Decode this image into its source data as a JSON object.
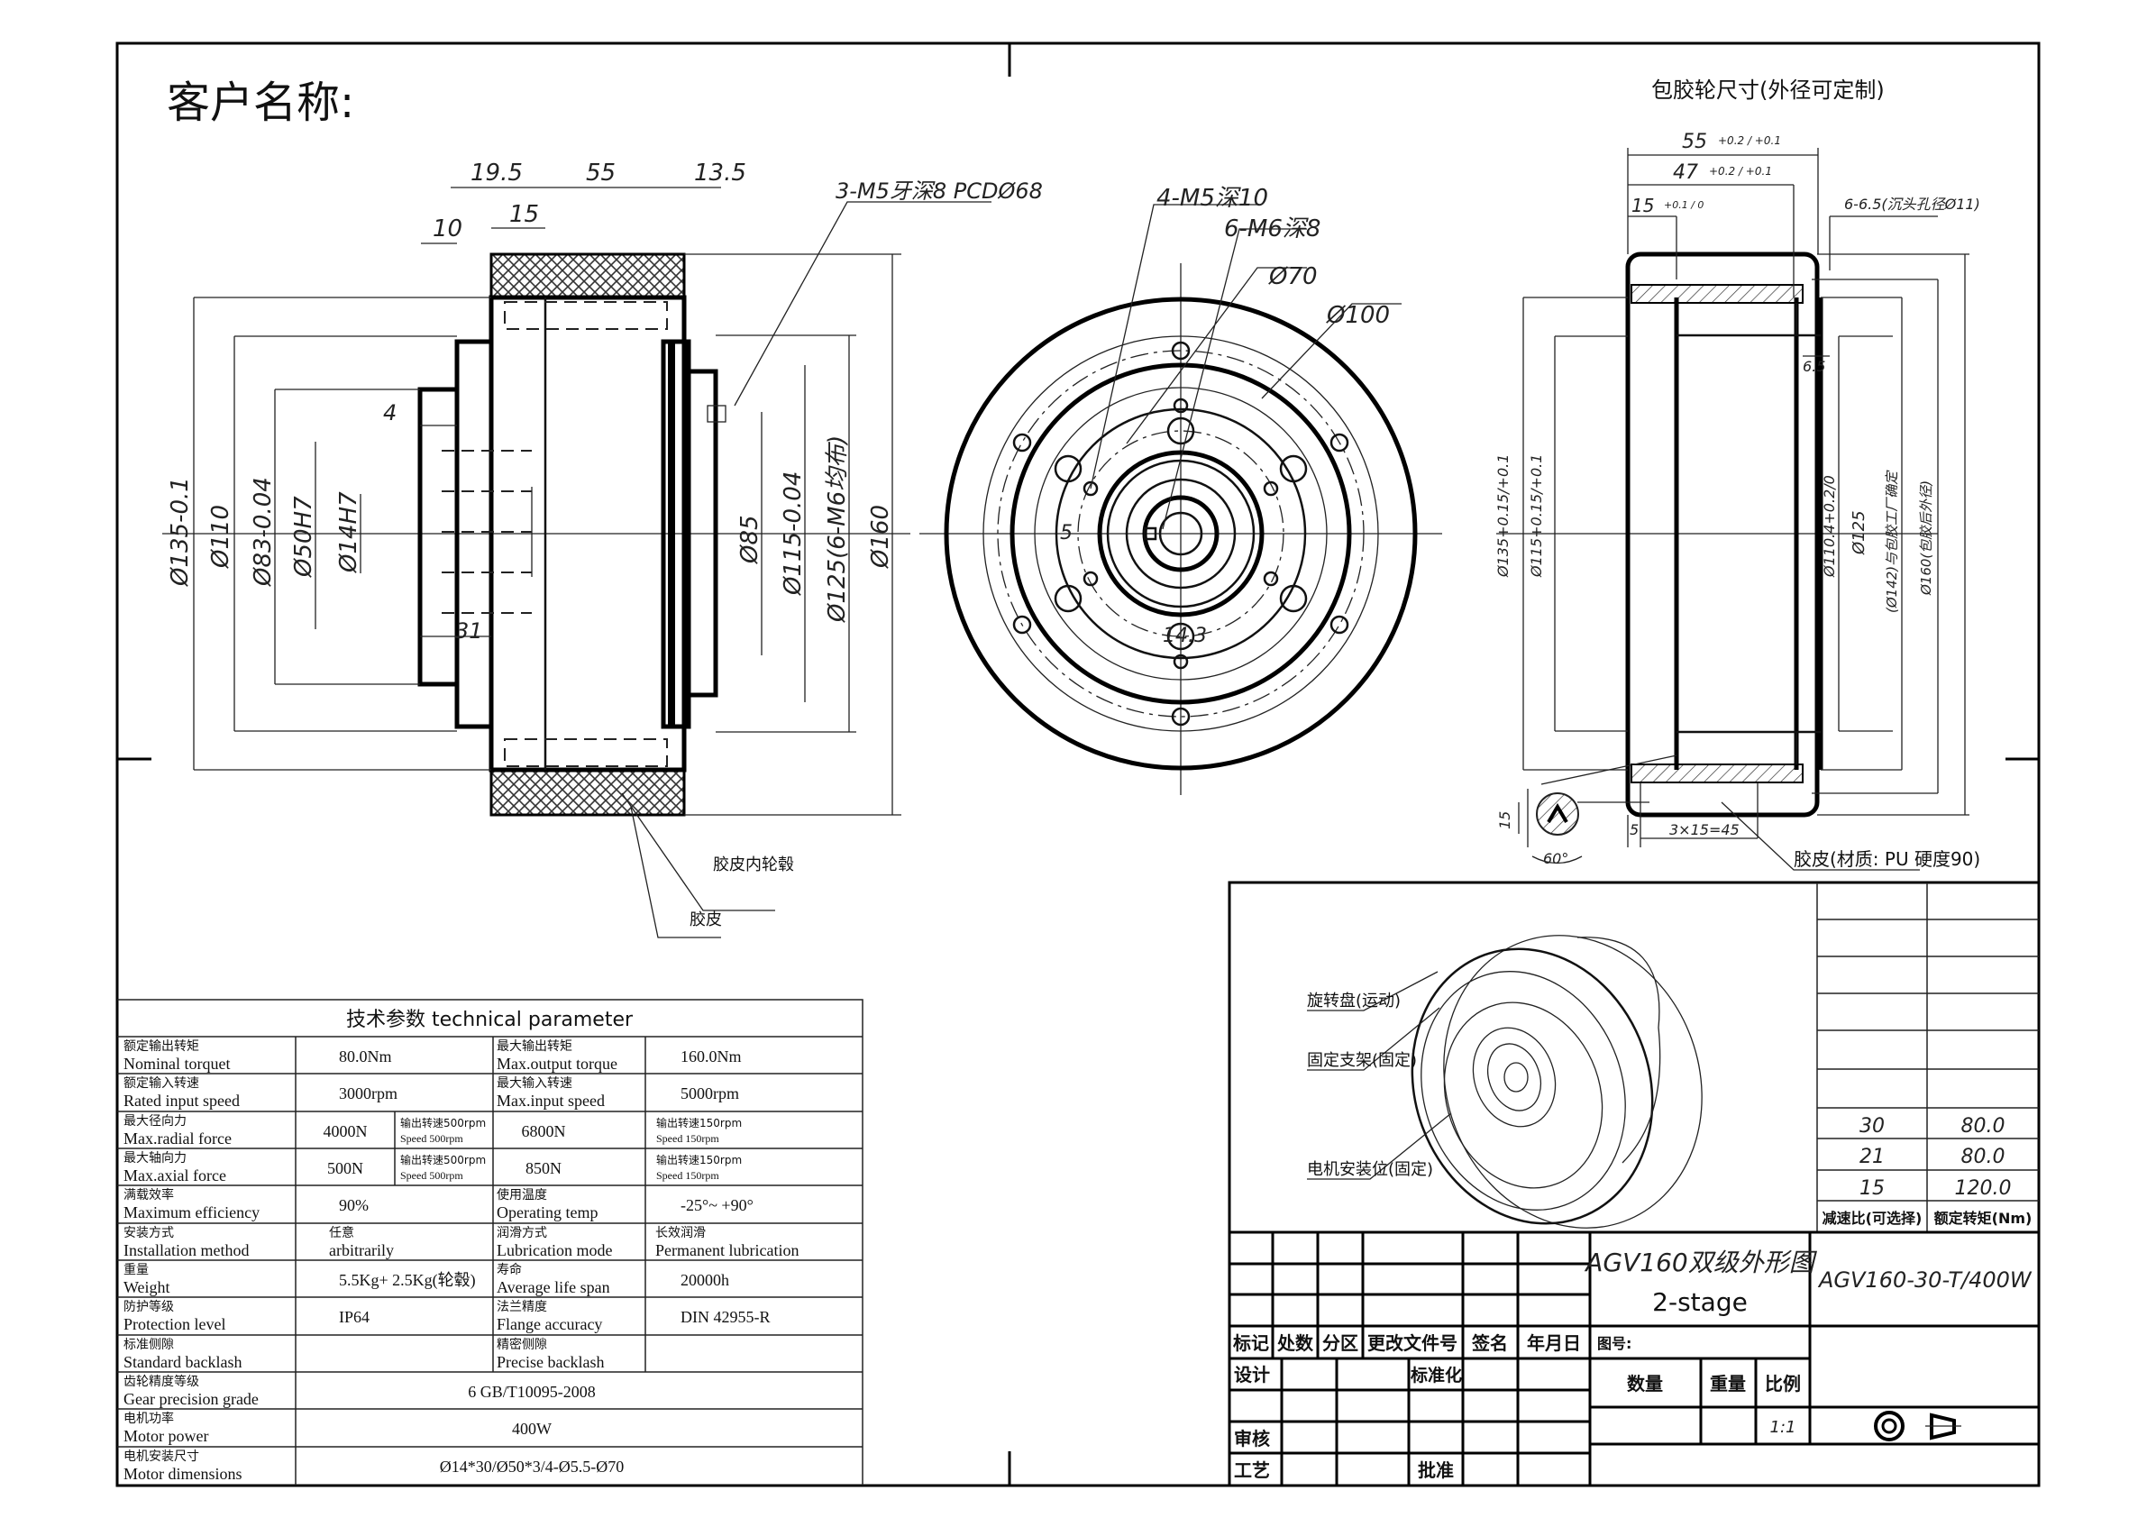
{
  "header": {
    "customer_label": "客户名称:"
  },
  "side_view": {
    "dims_top": [
      "19.5",
      "55",
      "13.5",
      "10",
      "15"
    ],
    "thread_note": "3-M5牙深8 PCDØ68",
    "dim_4": "4",
    "dim_31": "31",
    "diameters_left": [
      "Ø135-0.1",
      "Ø110",
      "Ø83-0.04",
      "Ø50H7",
      "Ø14H7"
    ],
    "diameters_right": [
      "Ø85",
      "Ø115-0.04",
      "Ø125(6-M6均布)",
      "Ø160"
    ],
    "label_hub": "胶皮内轮毂",
    "label_rubber": "胶皮"
  },
  "front_view": {
    "note_m5": "4-M5深10",
    "note_m6": "6-M6深8",
    "dia_70": "Ø70",
    "dia_100": "Ø100",
    "dim_5": "5",
    "dim_14_3": "14.3"
  },
  "wheel_view": {
    "title": "包胶轮尺寸(外径可定制)",
    "dim_55": "55",
    "tol_55": "+0.2 / +0.1",
    "dim_47": "47",
    "tol_47": "+0.2 / +0.1",
    "dim_15": "15",
    "tol_15": "+0.1 / 0",
    "hole_note": "6-6.5(沉头孔径Ø11)",
    "dim_6_5": "6.5",
    "diameters_left": [
      "Ø135+0.15/+0.1",
      "Ø115+0.15/+0.1"
    ],
    "diameters_right": [
      "Ø110.4+0.2/0",
      "Ø125",
      "(Ø142)与包胶工厂确定",
      "Ø160(包胶后外径)"
    ],
    "detail_15": "15",
    "detail_60": "60°",
    "dim_5": "5",
    "dim_pitch": "3×15=45",
    "rubber_note": "胶皮(材质: PU    硬度90)"
  },
  "iso_view": {
    "labels": [
      "旋转盘(运动)",
      "固定支架(固定)",
      "电机安装位(固定)"
    ]
  },
  "ratio_table": {
    "rows": [
      {
        "ratio": "30",
        "torque": "80.0"
      },
      {
        "ratio": "21",
        "torque": "80.0"
      },
      {
        "ratio": "15",
        "torque": "120.0"
      }
    ],
    "header_ratio": "减速比(可选择)",
    "header_torque": "额定转矩(Nm)"
  },
  "tech_table": {
    "title": "技术参数   technical  parameter",
    "rows": [
      {
        "cn1": "额定输出转矩",
        "en1": "Nominal torquet",
        "v1": "80.0Nm",
        "cn2": "最大输出转矩",
        "en2": "Max.output torque",
        "v2": "160.0Nm"
      },
      {
        "cn1": "额定输入转速",
        "en1": "Rated input speed",
        "v1": "3000rpm",
        "cn2": "最大输入转速",
        "en2": "Max.input speed",
        "v2": "5000rpm"
      },
      {
        "cn1": "最大径向力",
        "en1": "Max.radial force",
        "v1": "4000N",
        "n1a": "输出转速500rpm",
        "n1b": "Speed 500rpm",
        "v2": "6800N",
        "n2a": "输出转速150rpm",
        "n2b": "Speed 150rpm"
      },
      {
        "cn1": "最大轴向力",
        "en1": "Max.axial force",
        "v1": "500N",
        "n1a": "输出转速500rpm",
        "n1b": "Speed 500rpm",
        "v2": "850N",
        "n2a": "输出转速150rpm",
        "n2b": "Speed 150rpm"
      },
      {
        "cn1": "满载效率",
        "en1": "Maximum efficiency",
        "v1": "90%",
        "cn2": "使用温度",
        "en2": "Operating temp",
        "v2": "-25°~ +90°"
      },
      {
        "cn1": "安装方式",
        "en1": "Installation method",
        "v1a": "任意",
        "v1b": "arbitrarily",
        "cn2": "润滑方式",
        "en2": "Lubrication mode",
        "v2a": "长效润滑",
        "v2b": "Permanent lubrication"
      },
      {
        "cn1": "重量",
        "en1": "Weight",
        "v1": "5.5Kg+ 2.5Kg(轮毂)",
        "cn2": "寿命",
        "en2": "Average life span",
        "v2": "20000h"
      },
      {
        "cn1": "防护等级",
        "en1": "Protection level",
        "v1": "IP64",
        "cn2": "法兰精度",
        "en2": "Flange accuracy",
        "v2": "DIN 42955-R"
      },
      {
        "cn1": "标准侧隙",
        "en1": "Standard backlash",
        "v1": "",
        "cn2": "精密侧隙",
        "en2": "Precise backlash",
        "v2": ""
      },
      {
        "cn1": "齿轮精度等级",
        "en1": "Gear precision grade",
        "v1": "6 GB/T10095-2008"
      },
      {
        "cn1": "电机功率",
        "en1": "Motor power",
        "v1": "400W"
      },
      {
        "cn1": "电机安装尺寸",
        "en1": "Motor  dimensions",
        "v1": "Ø14*30/Ø50*3/4-Ø5.5-Ø70"
      }
    ]
  },
  "title_block": {
    "drawing_title": "AGV160双级外形图",
    "drawing_subtitle": "2-stage",
    "model": "AGV160-30-T/400W",
    "headers": [
      "标记",
      "处数",
      "分区",
      "更改文件号",
      "签名",
      "年月日"
    ],
    "design": "设计",
    "standardize": "标准化",
    "review": "审核",
    "process": "工艺",
    "approve": "批准",
    "drawing_no_label": "图号:",
    "qty_label": "数量",
    "weight_label": "重量",
    "scale_label": "比例",
    "scale_value": "1:1"
  }
}
